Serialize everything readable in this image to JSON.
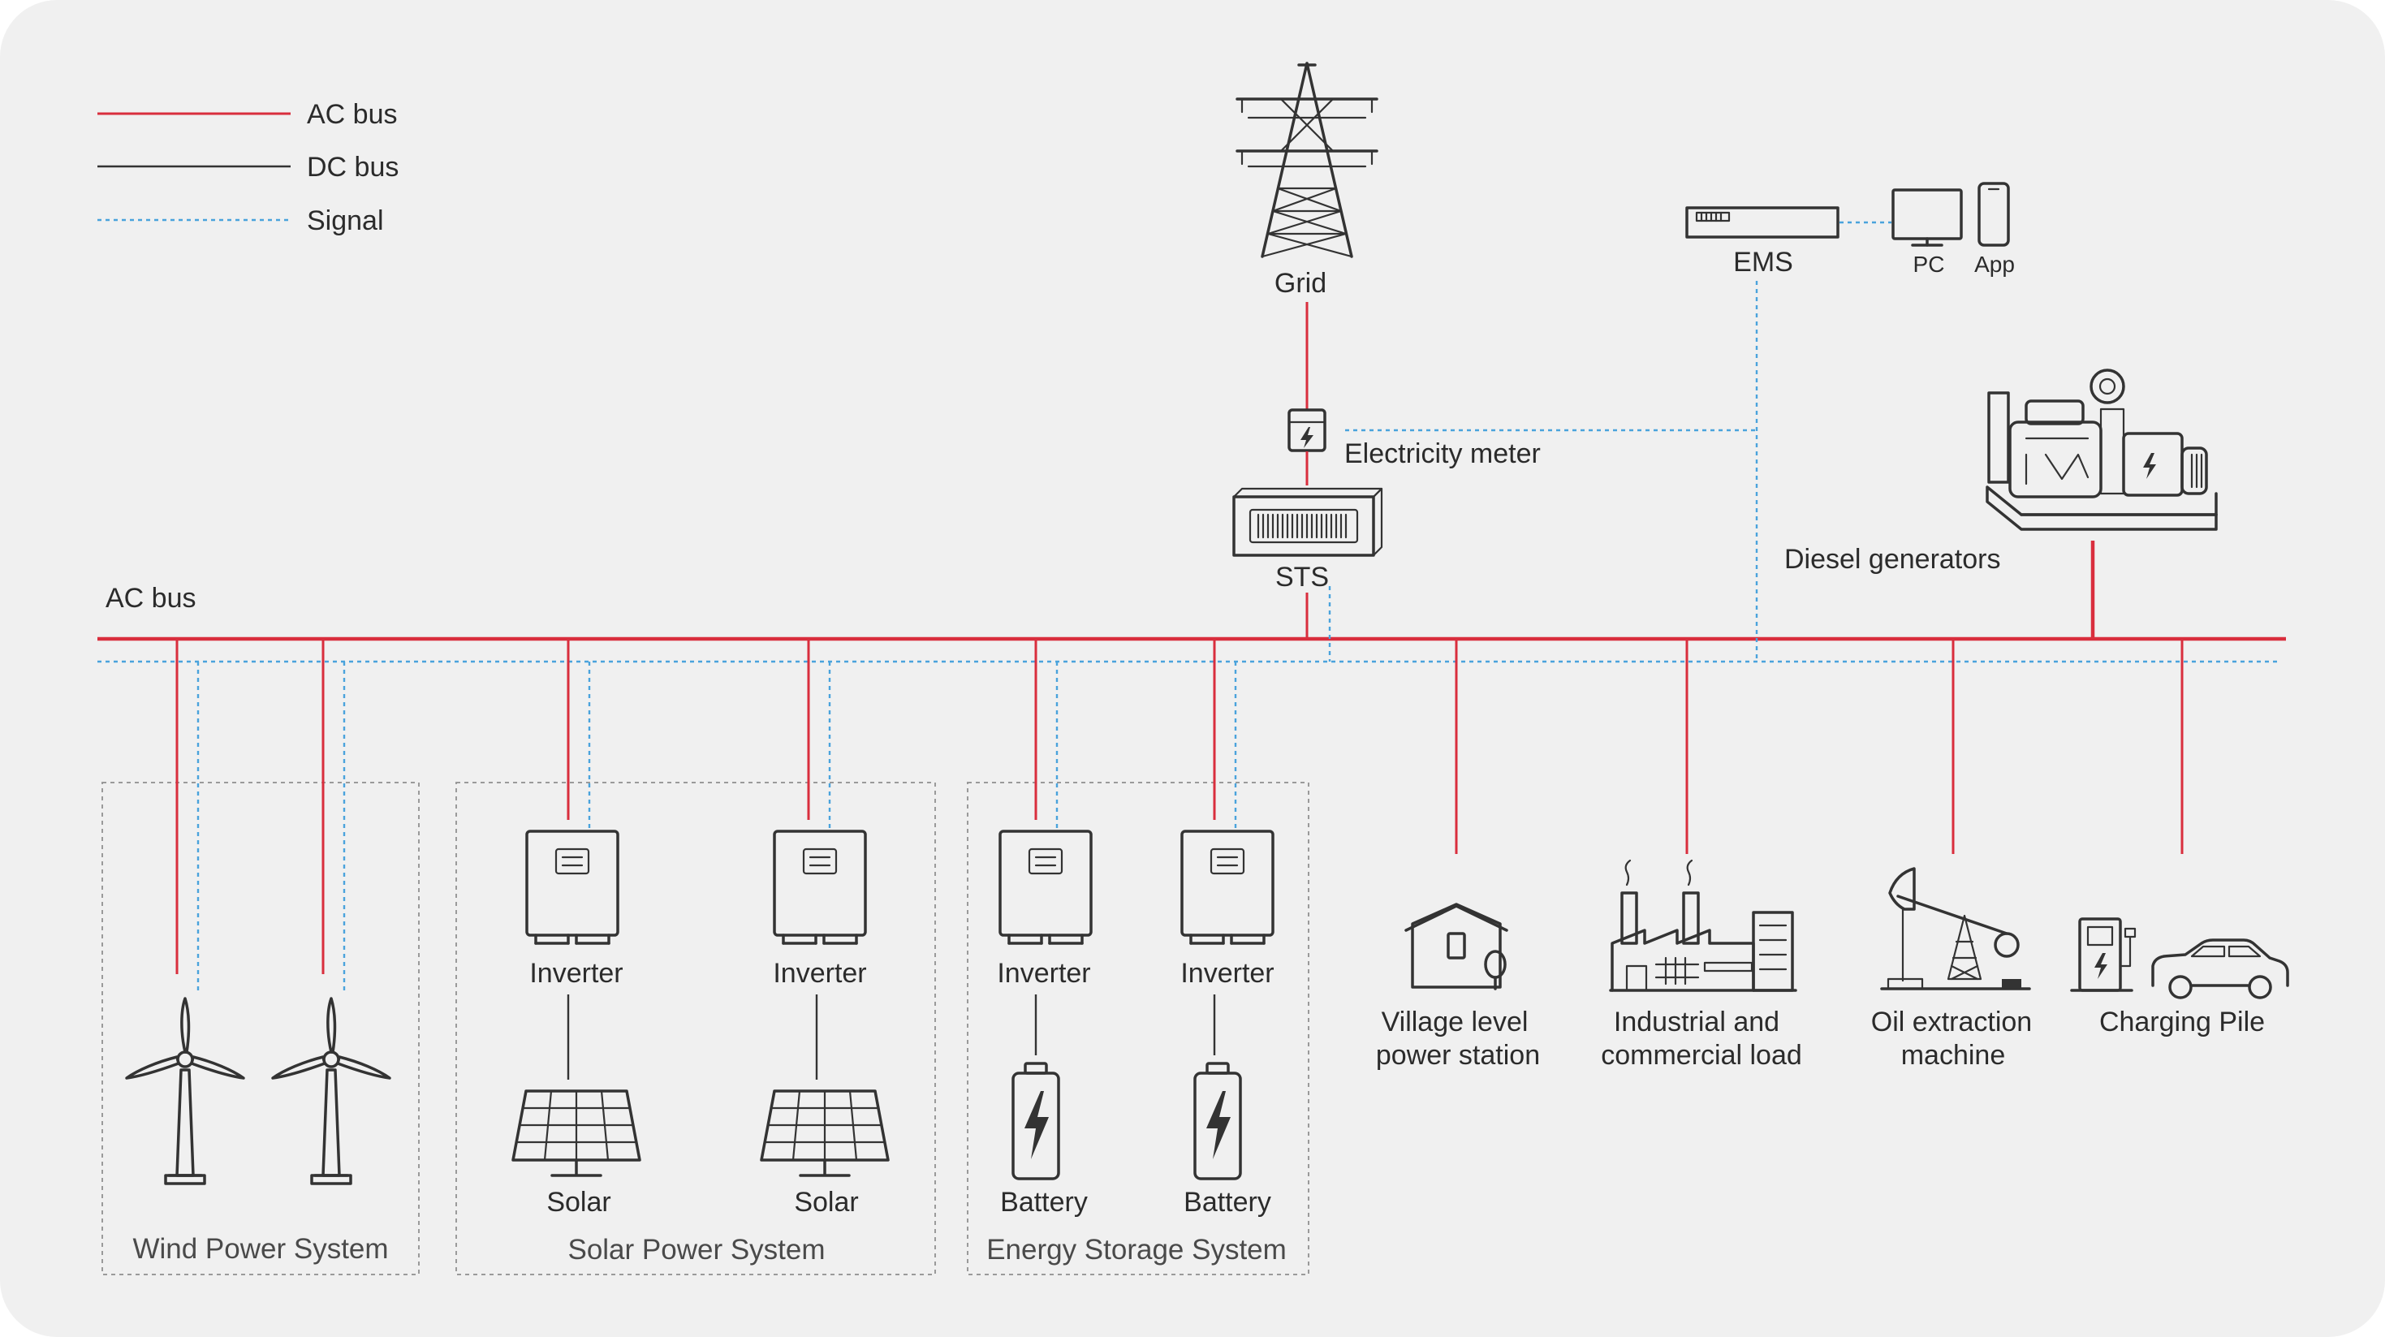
{
  "legend": {
    "ac_bus": "AC bus",
    "dc_bus": "DC bus",
    "signal": "Signal"
  },
  "colors": {
    "ac_bus": "#d92e3d",
    "dc_bus": "#333333",
    "signal": "#4aa3dc",
    "background": "#f0f0f0"
  },
  "top": {
    "grid": "Grid",
    "electricity_meter": "Electricity meter",
    "sts": "STS",
    "ems": "EMS",
    "pc": "PC",
    "app": "App",
    "diesel_generators": "Diesel generators",
    "ac_bus_label": "AC bus"
  },
  "groups": {
    "wind": "Wind Power System",
    "solar": "Solar Power System",
    "storage": "Energy Storage System"
  },
  "devices": {
    "inverter": "Inverter",
    "solar": "Solar",
    "battery": "Battery"
  },
  "loads": {
    "village_line1": "Village level",
    "village_line2": "power station",
    "industrial_line1": "Industrial and",
    "industrial_line2": "commercial load",
    "oil_line1": "Oil extraction",
    "oil_line2": "machine",
    "charging": "Charging Pile"
  },
  "icons": [
    "transmission-tower-icon",
    "meter-icon",
    "sts-cabinet-icon",
    "ems-unit-icon",
    "pc-monitor-icon",
    "phone-icon",
    "diesel-generator-icon",
    "wind-turbine-icon",
    "inverter-icon",
    "solar-panel-icon",
    "battery-icon",
    "house-icon",
    "factory-icon",
    "oil-pump-icon",
    "charging-pile-icon",
    "car-icon"
  ]
}
